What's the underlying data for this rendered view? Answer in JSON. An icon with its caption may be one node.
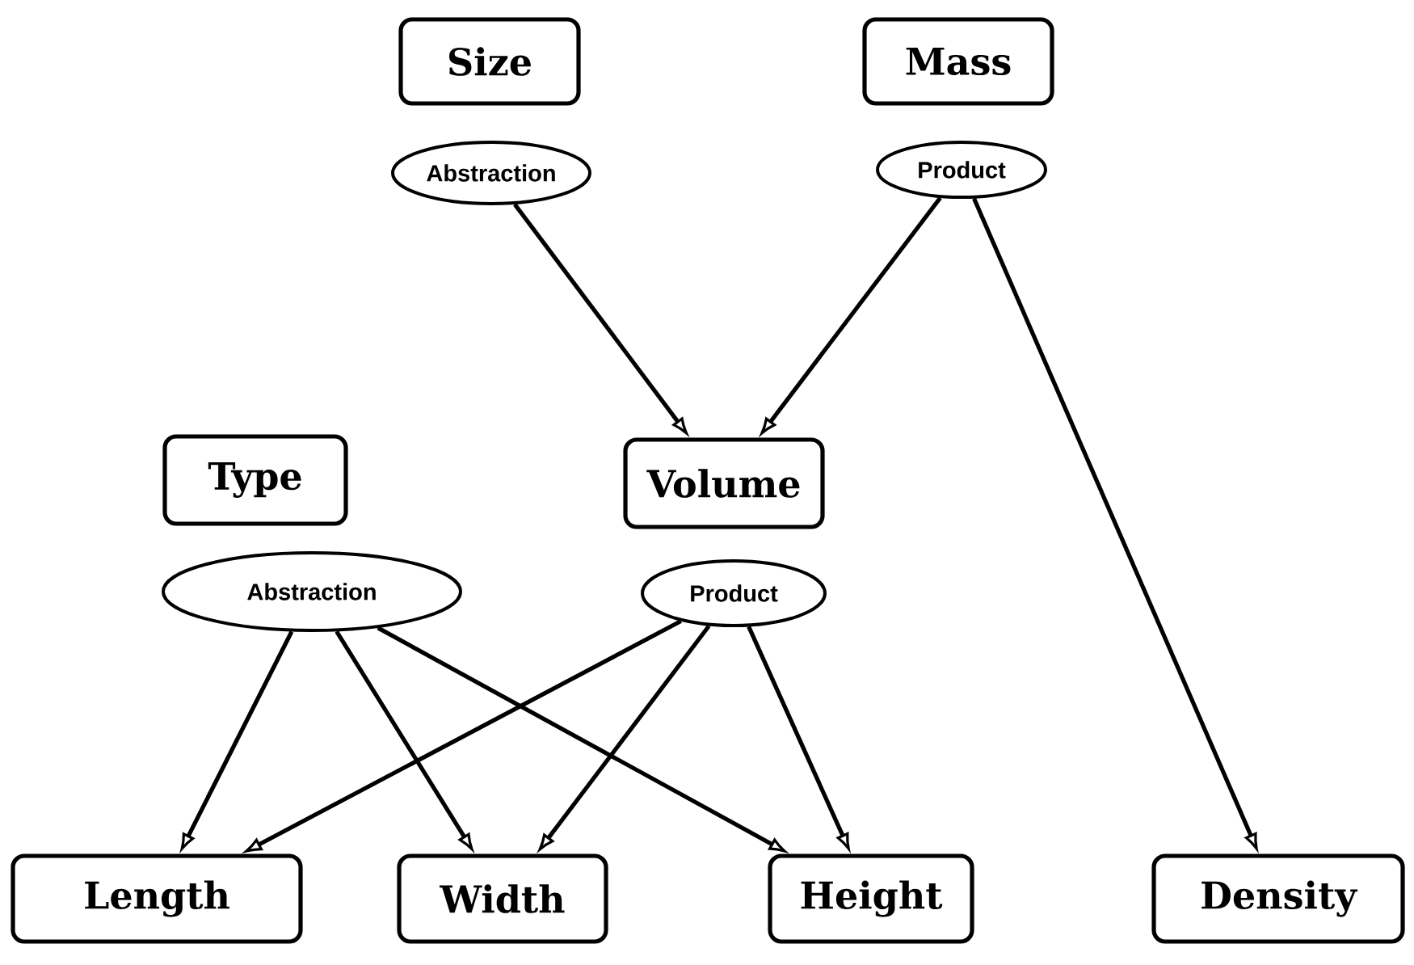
{
  "diagram": {
    "nodes": [
      {
        "text": [
          "Size"
        ]
      },
      {
        "text": [
          "Abstraction"
        ]
      },
      {
        "text": [
          "Mass"
        ]
      },
      {
        "text": [
          "Product"
        ]
      },
      {
        "text": [
          "Type"
        ]
      },
      {
        "text": [
          "Abstraction"
        ]
      },
      {
        "text": [
          "Volume"
        ]
      },
      {
        "text": [
          "Product"
        ]
      },
      {
        "text": [
          "Length"
        ]
      },
      {
        "text": [
          "Width"
        ]
      },
      {
        "text": [
          "Height"
        ]
      },
      {
        "text": [
          "Density"
        ]
      }
    ],
    "edges": [
      {
        "from": 1,
        "to": 6,
        "arrow": "to"
      },
      {
        "from": 3,
        "to": 6,
        "arrow": "to"
      },
      {
        "from": 3,
        "to": 11,
        "arrow": "to"
      },
      {
        "from": 5,
        "to": 8,
        "arrow": "to"
      },
      {
        "from": 5,
        "to": 9,
        "arrow": "to"
      },
      {
        "from": 5,
        "to": 10,
        "arrow": "to"
      },
      {
        "from": 7,
        "to": 8,
        "arrow": "to"
      },
      {
        "from": 7,
        "to": 9,
        "arrow": "to"
      },
      {
        "from": 7,
        "to": 10,
        "arrow": "to"
      }
    ]
  }
}
